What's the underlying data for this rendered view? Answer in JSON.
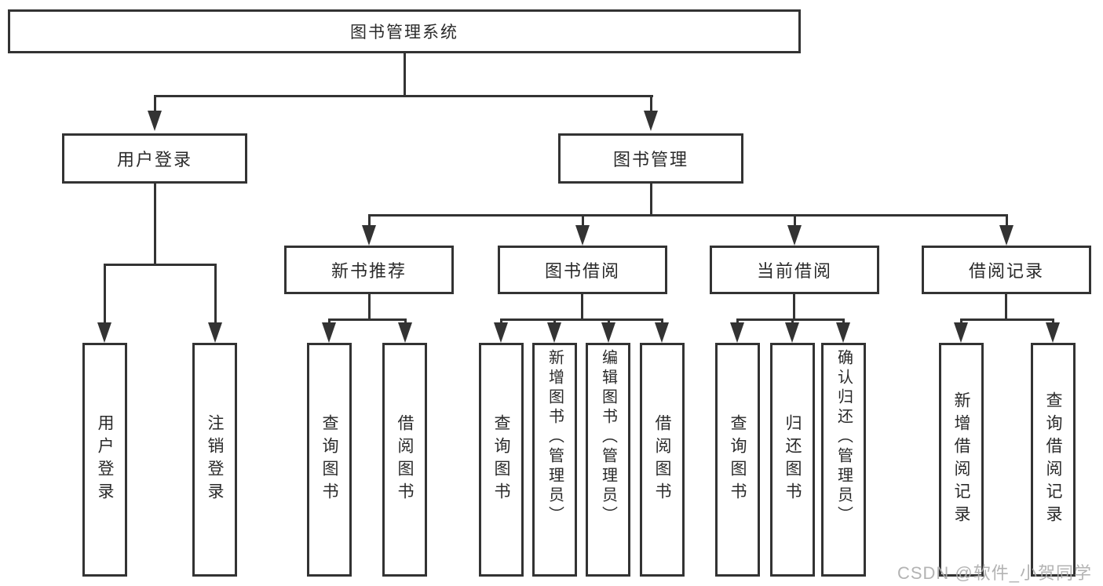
{
  "nodes": {
    "root": "图书管理系统",
    "user_login": "用户登录",
    "book_management": "图书管理",
    "new_book_recommend": "新书推荐",
    "book_borrow": "图书借阅",
    "current_borrow": "当前借阅",
    "borrow_record": "借阅记录",
    "leaf_user_login": "用户登录",
    "leaf_logout": "注销登录",
    "leaf_query_book_a": "查询图书",
    "leaf_borrow_book_a": "借阅图书",
    "leaf_query_book_b": "查询图书",
    "leaf_add_book_admin": "新增图书（管理员）",
    "leaf_edit_book_admin": "编辑图书（管理员）",
    "leaf_borrow_book_b": "借阅图书",
    "leaf_query_book_c": "查询图书",
    "leaf_return_book": "归还图书",
    "leaf_confirm_return_admin": "确认归还（管理员）",
    "leaf_add_borrow_record": "新增借阅记录",
    "leaf_query_borrow_record": "查询借阅记录"
  },
  "hierarchy": {
    "图书管理系统": {
      "用户登录": [
        "用户登录",
        "注销登录"
      ],
      "图书管理": {
        "新书推荐": [
          "查询图书",
          "借阅图书"
        ],
        "图书借阅": [
          "查询图书",
          "新增图书（管理员）",
          "编辑图书（管理员）",
          "借阅图书"
        ],
        "当前借阅": [
          "查询图书",
          "归还图书",
          "确认归还（管理员）"
        ],
        "借阅记录": [
          "新增借阅记录",
          "查询借阅记录"
        ]
      }
    }
  },
  "watermark": "CSDN @软件_小贺同学",
  "colors": {
    "line": "#333333",
    "box_border": "#333333",
    "text": "#2a2a2a",
    "background": "#ffffff",
    "watermark": "#acacac"
  }
}
